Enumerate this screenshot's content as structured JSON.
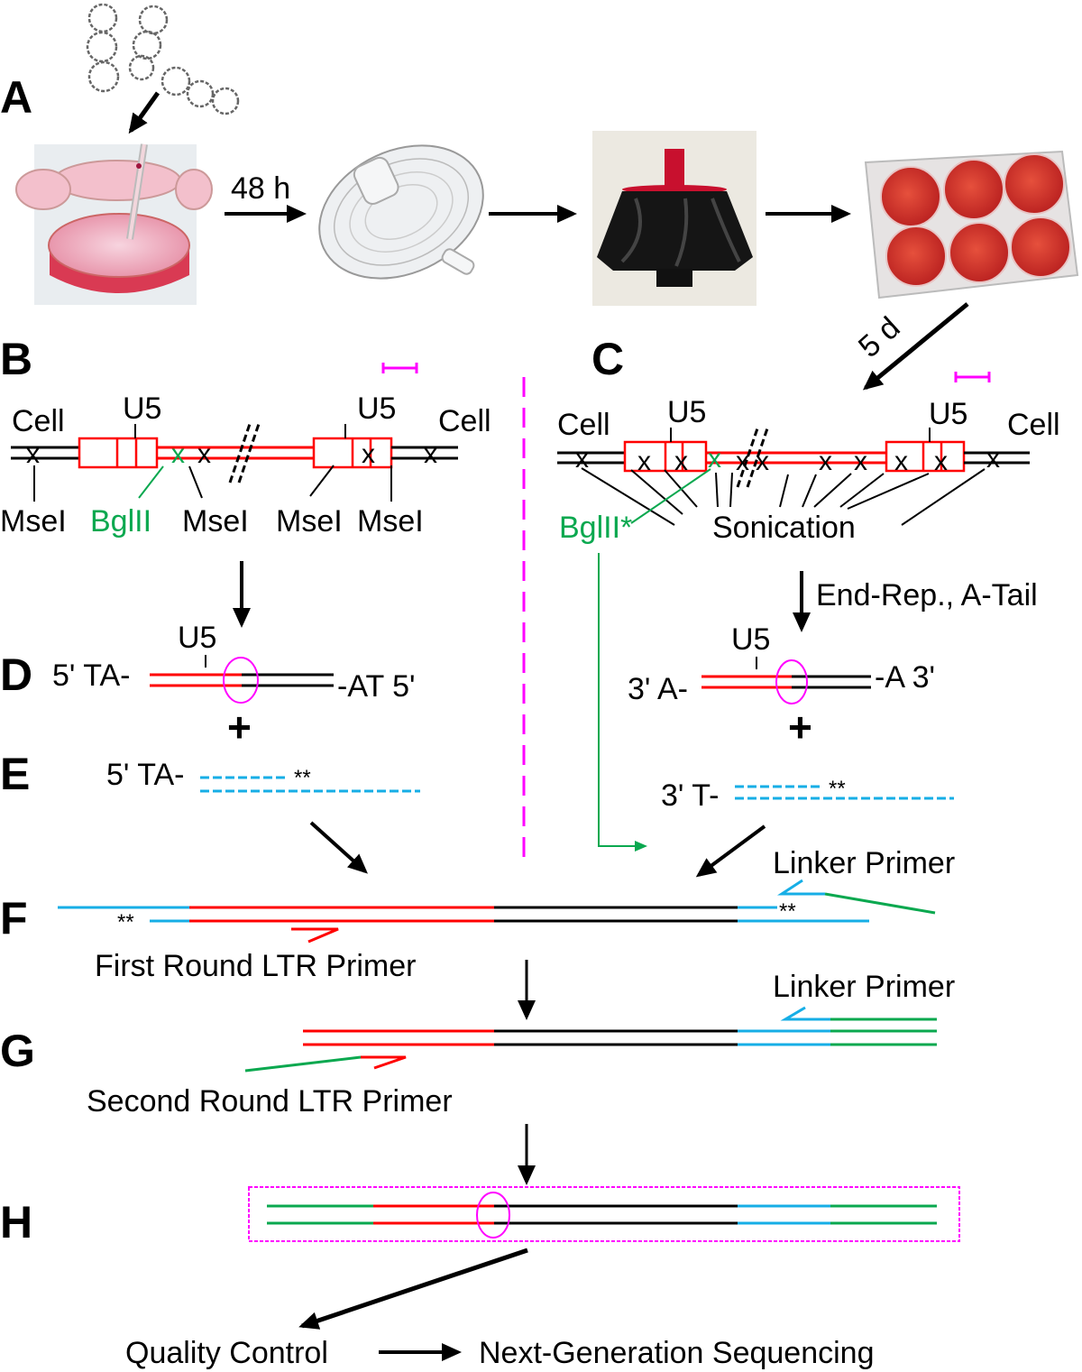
{
  "colors": {
    "viral": "#ff0000",
    "cellular": "#000000",
    "linker": "#16aee6",
    "adapter": "#0aa84f",
    "highlight": "#ff00ff"
  },
  "panels": {
    "A": "A",
    "B": "B",
    "C": "C",
    "D": "D",
    "E": "E",
    "F": "F",
    "G": "G",
    "H": "H"
  },
  "panel_a": {
    "step1_label": "48 h",
    "images": [
      "plasmid-dna",
      "cell-culture-dishes",
      "syringe-filter",
      "ultracentrifuge-rotor",
      "six-well-plate"
    ],
    "step_to_c_label": "5 d"
  },
  "panel_b": {
    "cell_left": "Cell",
    "cell_right": "Cell",
    "u5_left": "U5",
    "u5_right": "U5",
    "site_labels": [
      "MseI",
      "BglII",
      "MseI",
      "MseI",
      "MseI"
    ]
  },
  "panel_c": {
    "cell_left": "Cell",
    "cell_right": "Cell",
    "u5_left": "U5",
    "u5_right": "U5",
    "bglii_label": "BglII*",
    "sonication_label": "Sonication",
    "step_label": "End-Rep., A-Tail"
  },
  "panel_d": {
    "left_end": "5' TA-",
    "right_end": "-AT 5'",
    "u5": "U5",
    "plus": "+"
  },
  "panel_e": {
    "left_end": "5' TA-",
    "stars": "**"
  },
  "panel_c_fragment": {
    "left_end": "3' A-",
    "right_end": "-A 3'",
    "u5": "U5",
    "plus": "+",
    "linker_end": "3' T-",
    "stars": "**"
  },
  "panel_f": {
    "linker_primer": "Linker Primer",
    "ltr_primer": "First Round LTR Primer",
    "stars_left": "**",
    "stars_right": "**"
  },
  "panel_g": {
    "linker_primer": "Linker Primer",
    "ltr_primer": "Second Round LTR Primer"
  },
  "panel_h": {
    "qc_label": "Quality Control",
    "ngs_label": "Next-Generation Sequencing"
  }
}
